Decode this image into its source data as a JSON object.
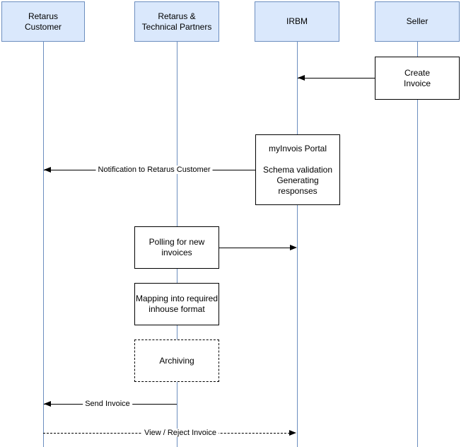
{
  "colors": {
    "background": "#ffffff",
    "actor_fill": "#dae8fc",
    "actor_border": "#6c8ebf",
    "lifeline": "#6c8ebf",
    "node_fill": "#ffffff",
    "node_border": "#000000",
    "arrow": "#000000",
    "text": "#000000"
  },
  "actors": [
    {
      "label": "Retarus\nCustomer"
    },
    {
      "label": "Retarus &\nTechnical Partners"
    },
    {
      "label": "IRBM"
    },
    {
      "label": "Seller"
    }
  ],
  "nodes": [
    {
      "label": "Create\nInvoice",
      "border": "solid",
      "on_lifeline": "Seller"
    },
    {
      "label": "myInvois Portal\n\nSchema validation\nGenerating\nresponses",
      "border": "solid",
      "on_lifeline": "IRBM"
    },
    {
      "label": "Polling for new\ninvoices",
      "border": "solid",
      "on_lifeline": "Retarus & Technical Partners"
    },
    {
      "label": "Mapping into required\ninhouse format",
      "border": "solid",
      "on_lifeline": "Retarus & Technical Partners"
    },
    {
      "label": "Archiving",
      "border": "dashed",
      "on_lifeline": "Retarus & Technical Partners"
    }
  ],
  "messages": [
    {
      "label": "",
      "from": "Seller",
      "to": "IRBM",
      "style": "solid",
      "direction": "left"
    },
    {
      "label": "Notification to Retarus Customer",
      "from": "IRBM",
      "to": "Retarus Customer",
      "style": "solid",
      "direction": "left"
    },
    {
      "label": "",
      "from": "Retarus & Technical Partners",
      "to": "IRBM",
      "style": "solid",
      "direction": "right"
    },
    {
      "label": "Send Invoice",
      "from": "Retarus & Technical Partners",
      "to": "Retarus Customer",
      "style": "solid",
      "direction": "left"
    },
    {
      "label": "View / Reject Invoice",
      "from": "Retarus Customer",
      "to": "IRBM",
      "style": "dashed",
      "direction": "right"
    }
  ]
}
